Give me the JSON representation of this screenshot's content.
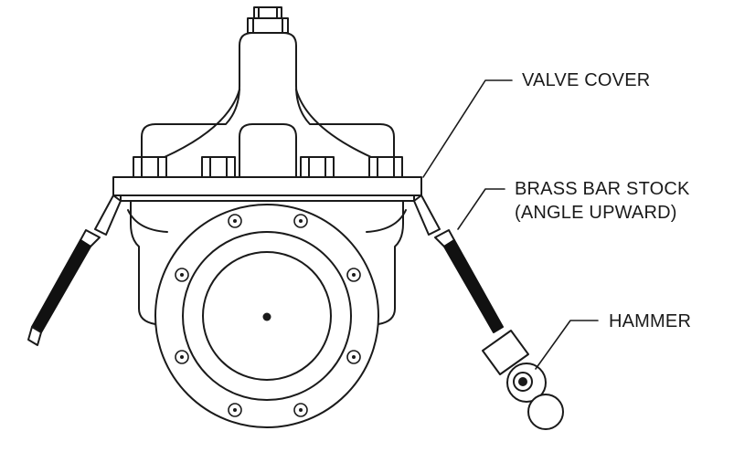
{
  "callouts": {
    "valve_cover": "VALVE COVER",
    "brass_bar_stock_line1": "BRASS BAR STOCK",
    "brass_bar_stock_line2": "(ANGLE UPWARD)",
    "hammer": "HAMMER"
  },
  "colors": {
    "line": "#1a1a1a",
    "fill": "#ffffff",
    "rod": "#111111"
  }
}
